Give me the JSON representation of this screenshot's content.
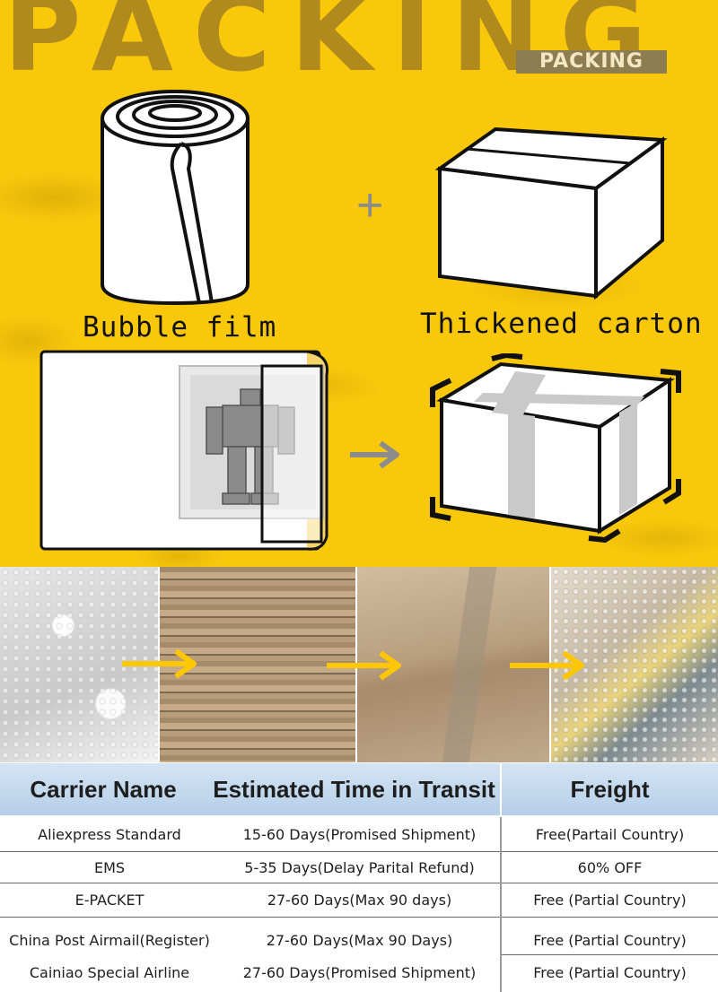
{
  "banner": {
    "big_title": "PACKING",
    "tag": "PACKING",
    "bubble_label": "Bubble film",
    "carton_label": "Thickened carton",
    "plus": "+",
    "colors": {
      "background": "#f9c80b",
      "title": "#b18a1e",
      "arrow_gray": "#8c8c8c"
    }
  },
  "photo_strip": {
    "photos": [
      {
        "name": "bubble-wrap-roll-photo"
      },
      {
        "name": "corrugated-cardboard-stack-photo"
      },
      {
        "name": "taped-carton-box-photo"
      },
      {
        "name": "bubble-wrapped-package-photo"
      }
    ],
    "arrow_color": "#ffc700"
  },
  "shipping_table": {
    "headers": [
      "Carrier Name",
      "Estimated Time in Transit",
      "Freight"
    ],
    "rows": [
      [
        "Aliexpress Standard",
        "15-60 Days(Promised Shipment)",
        "Free(Partail Country)"
      ],
      [
        "EMS",
        "5-35 Days(Delay Parital Refund)",
        "60% OFF"
      ],
      [
        "E-PACKET",
        "27-60 Days(Max 90 days)",
        "Free (Partial Country)"
      ],
      [
        "China Post Airmail(Register)",
        "27-60 Days(Max 90 Days)",
        "Free (Partial Country)"
      ],
      [
        "Cainiao Special Airline",
        "27-60 Days(Promised Shipment)",
        "Free (Partial Country)"
      ]
    ],
    "header_color": "#c4d9ee"
  }
}
